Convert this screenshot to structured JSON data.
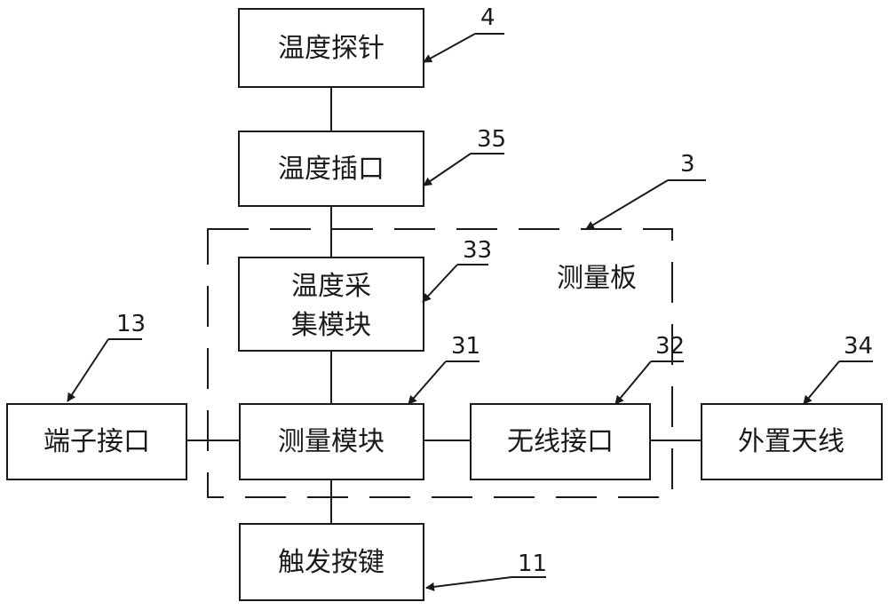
{
  "blocks": {
    "temp_probe": "温度探针",
    "temp_socket": "温度插口",
    "temp_acq_line1": "温度采",
    "temp_acq_line2": "集模块",
    "measure_module": "测量模块",
    "wireless_interface": "无线接口",
    "external_antenna": "外置天线",
    "terminal_interface": "端子接口",
    "trigger_key": "触发按键"
  },
  "group": {
    "label": "测量板"
  },
  "refs": {
    "temp_probe": "4",
    "temp_socket": "35",
    "measure_board": "3",
    "temp_acq": "33",
    "terminal_interface": "13",
    "measure_module": "31",
    "wireless_interface": "32",
    "external_antenna": "34",
    "trigger_key": "11"
  }
}
